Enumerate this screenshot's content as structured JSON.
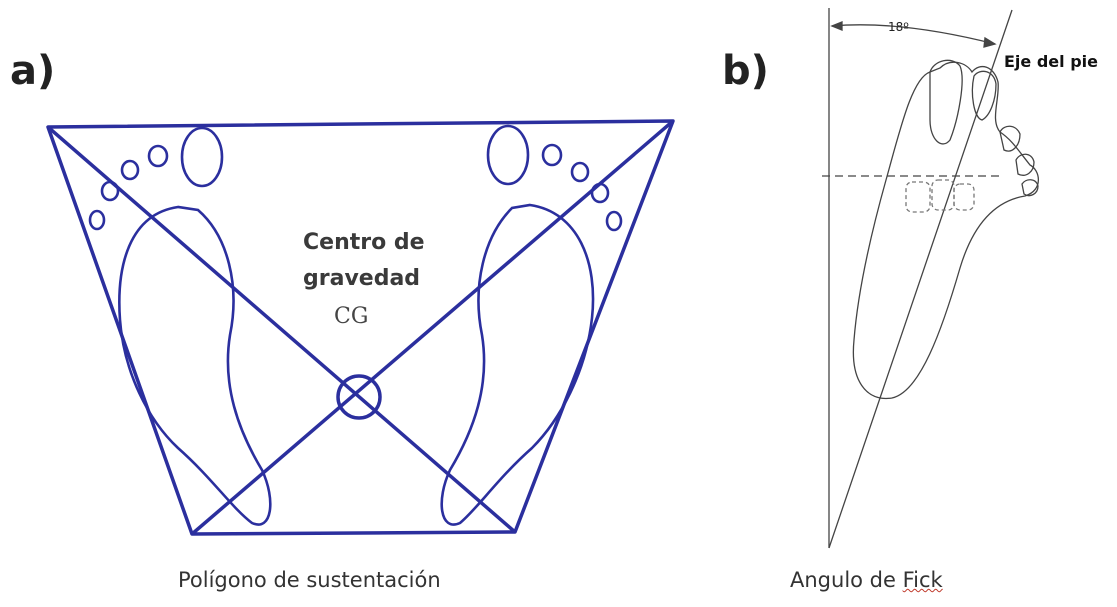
{
  "panel_a": {
    "label": "a)",
    "cg_title_line1": "Centro de",
    "cg_title_line2": "gravedad",
    "cg_abbreviation": "CG",
    "caption": "Polígono de sustentación"
  },
  "panel_b": {
    "label": "b)",
    "angle_label": "18º",
    "axis_label": "Eje del pie",
    "caption_part1": "Angulo de ",
    "caption_part2": "Fick"
  },
  "colors": {
    "polygon_blue": "#2b2f9e",
    "foot_outline": "#333333"
  }
}
